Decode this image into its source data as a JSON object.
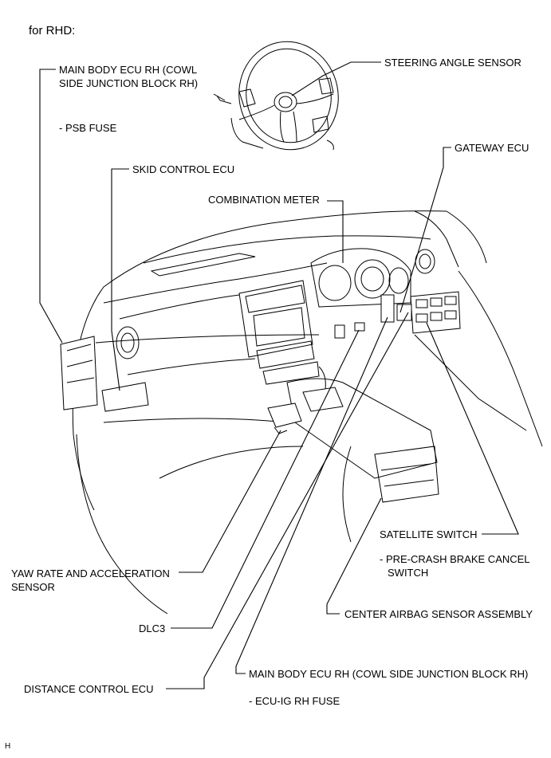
{
  "title": "for RHD:",
  "corner_mark": "H",
  "labels": {
    "main_body_ecu_rh_top_1": "MAIN BODY ECU RH (COWL",
    "main_body_ecu_rh_top_2": "SIDE JUNCTION BLOCK RH)",
    "psb_fuse": "- PSB FUSE",
    "steering_angle_sensor": "STEERING ANGLE SENSOR",
    "gateway_ecu": "GATEWAY ECU",
    "skid_control_ecu": "SKID CONTROL ECU",
    "combination_meter": "COMBINATION METER",
    "satellite_switch": "SATELLITE SWITCH",
    "pre_crash_1": "- PRE-CRASH BRAKE CANCEL",
    "pre_crash_2": "SWITCH",
    "yaw_rate_1": "YAW RATE AND ACCELERATION",
    "yaw_rate_2": "SENSOR",
    "center_airbag": "CENTER AIRBAG SENSOR ASSEMBLY",
    "dlc3": "DLC3",
    "main_body_ecu_rh_bottom": "MAIN BODY ECU RH (COWL SIDE JUNCTION BLOCK RH)",
    "distance_control_ecu": "DISTANCE CONTROL ECU",
    "ecu_ig_rh_fuse": "- ECU-IG RH FUSE"
  }
}
